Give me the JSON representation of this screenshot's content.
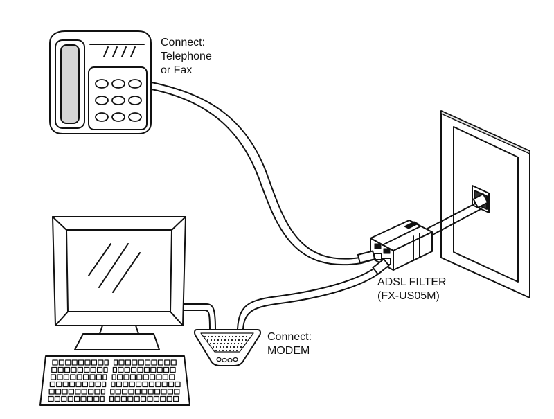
{
  "labels": {
    "phone": [
      "Connect:",
      "Telephone",
      "or Fax"
    ],
    "filter": [
      "ADSL FILTER",
      "(FX-US05M)"
    ],
    "modem": [
      "Connect:",
      "MODEM"
    ]
  },
  "components": {
    "telephone": "telephone-icon",
    "computer": "computer-monitor-icon",
    "keyboard": "keyboard-icon",
    "modem": "modem-icon",
    "filter": "adsl-filter-icon",
    "wall_jack": "wall-jack-icon"
  },
  "colors": {
    "stroke": "#111111",
    "fill": "#ffffff",
    "shade": "#d0d0d0"
  }
}
